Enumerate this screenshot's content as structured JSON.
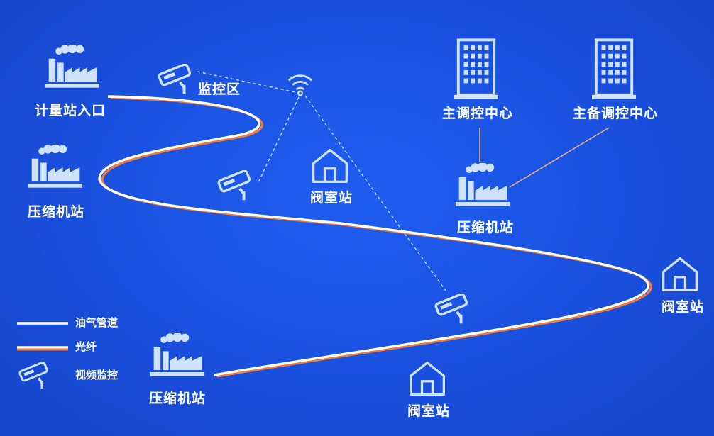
{
  "colors": {
    "background": "#1a50de",
    "icon": "#cfe3ff",
    "pipeline": "#ffffff",
    "fiber": "#f07a3a",
    "link": "#c8d8ff"
  },
  "nodes": {
    "metering_entrance": {
      "label": "计量站入口",
      "icon": "factory-icon"
    },
    "compressor_1": {
      "label": "压缩机站",
      "icon": "factory-icon"
    },
    "compressor_2": {
      "label": "压缩机站",
      "icon": "factory-icon"
    },
    "compressor_3": {
      "label": "压缩机站",
      "icon": "factory-icon"
    },
    "monitor_area": {
      "label": "监控区",
      "icon": "camera-icon"
    },
    "valve_1": {
      "label": "阀室站",
      "icon": "house-icon"
    },
    "valve_2": {
      "label": "阀室站",
      "icon": "house-icon"
    },
    "valve_3": {
      "label": "阀室站",
      "icon": "house-icon"
    },
    "main_control": {
      "label": "主调控中心",
      "icon": "building-icon"
    },
    "backup_control": {
      "label": "主备调控中心",
      "icon": "building-icon"
    }
  },
  "extra_icons": [
    "wifi-icon",
    "camera-icon",
    "camera-icon"
  ],
  "legend": [
    {
      "label": "油气管道",
      "swatch": "pipeline"
    },
    {
      "label": "光纤",
      "swatch": "fiber"
    },
    {
      "label": "视频监控",
      "swatch": "camera-icon"
    }
  ]
}
